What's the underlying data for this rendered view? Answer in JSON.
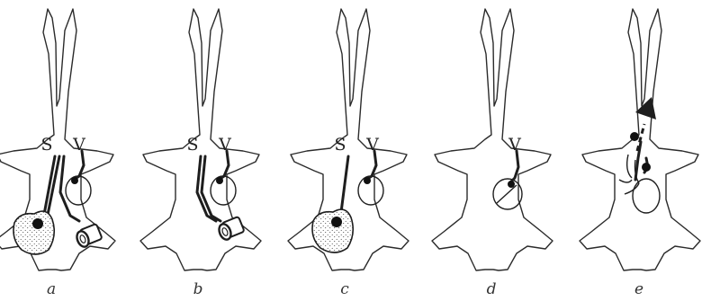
{
  "panels": [
    {
      "caption": "a",
      "labels": {
        "s": "S",
        "v": "V"
      }
    },
    {
      "caption": "b",
      "labels": {
        "s": "S",
        "v": "V"
      }
    },
    {
      "caption": "c",
      "labels": {
        "s": "S",
        "v": "V"
      }
    },
    {
      "caption": "d",
      "labels": {
        "v": "V"
      }
    },
    {
      "caption": "e",
      "labels": {}
    }
  ],
  "colors": {
    "line": "#1e1e1e",
    "background": "#ffffff"
  }
}
